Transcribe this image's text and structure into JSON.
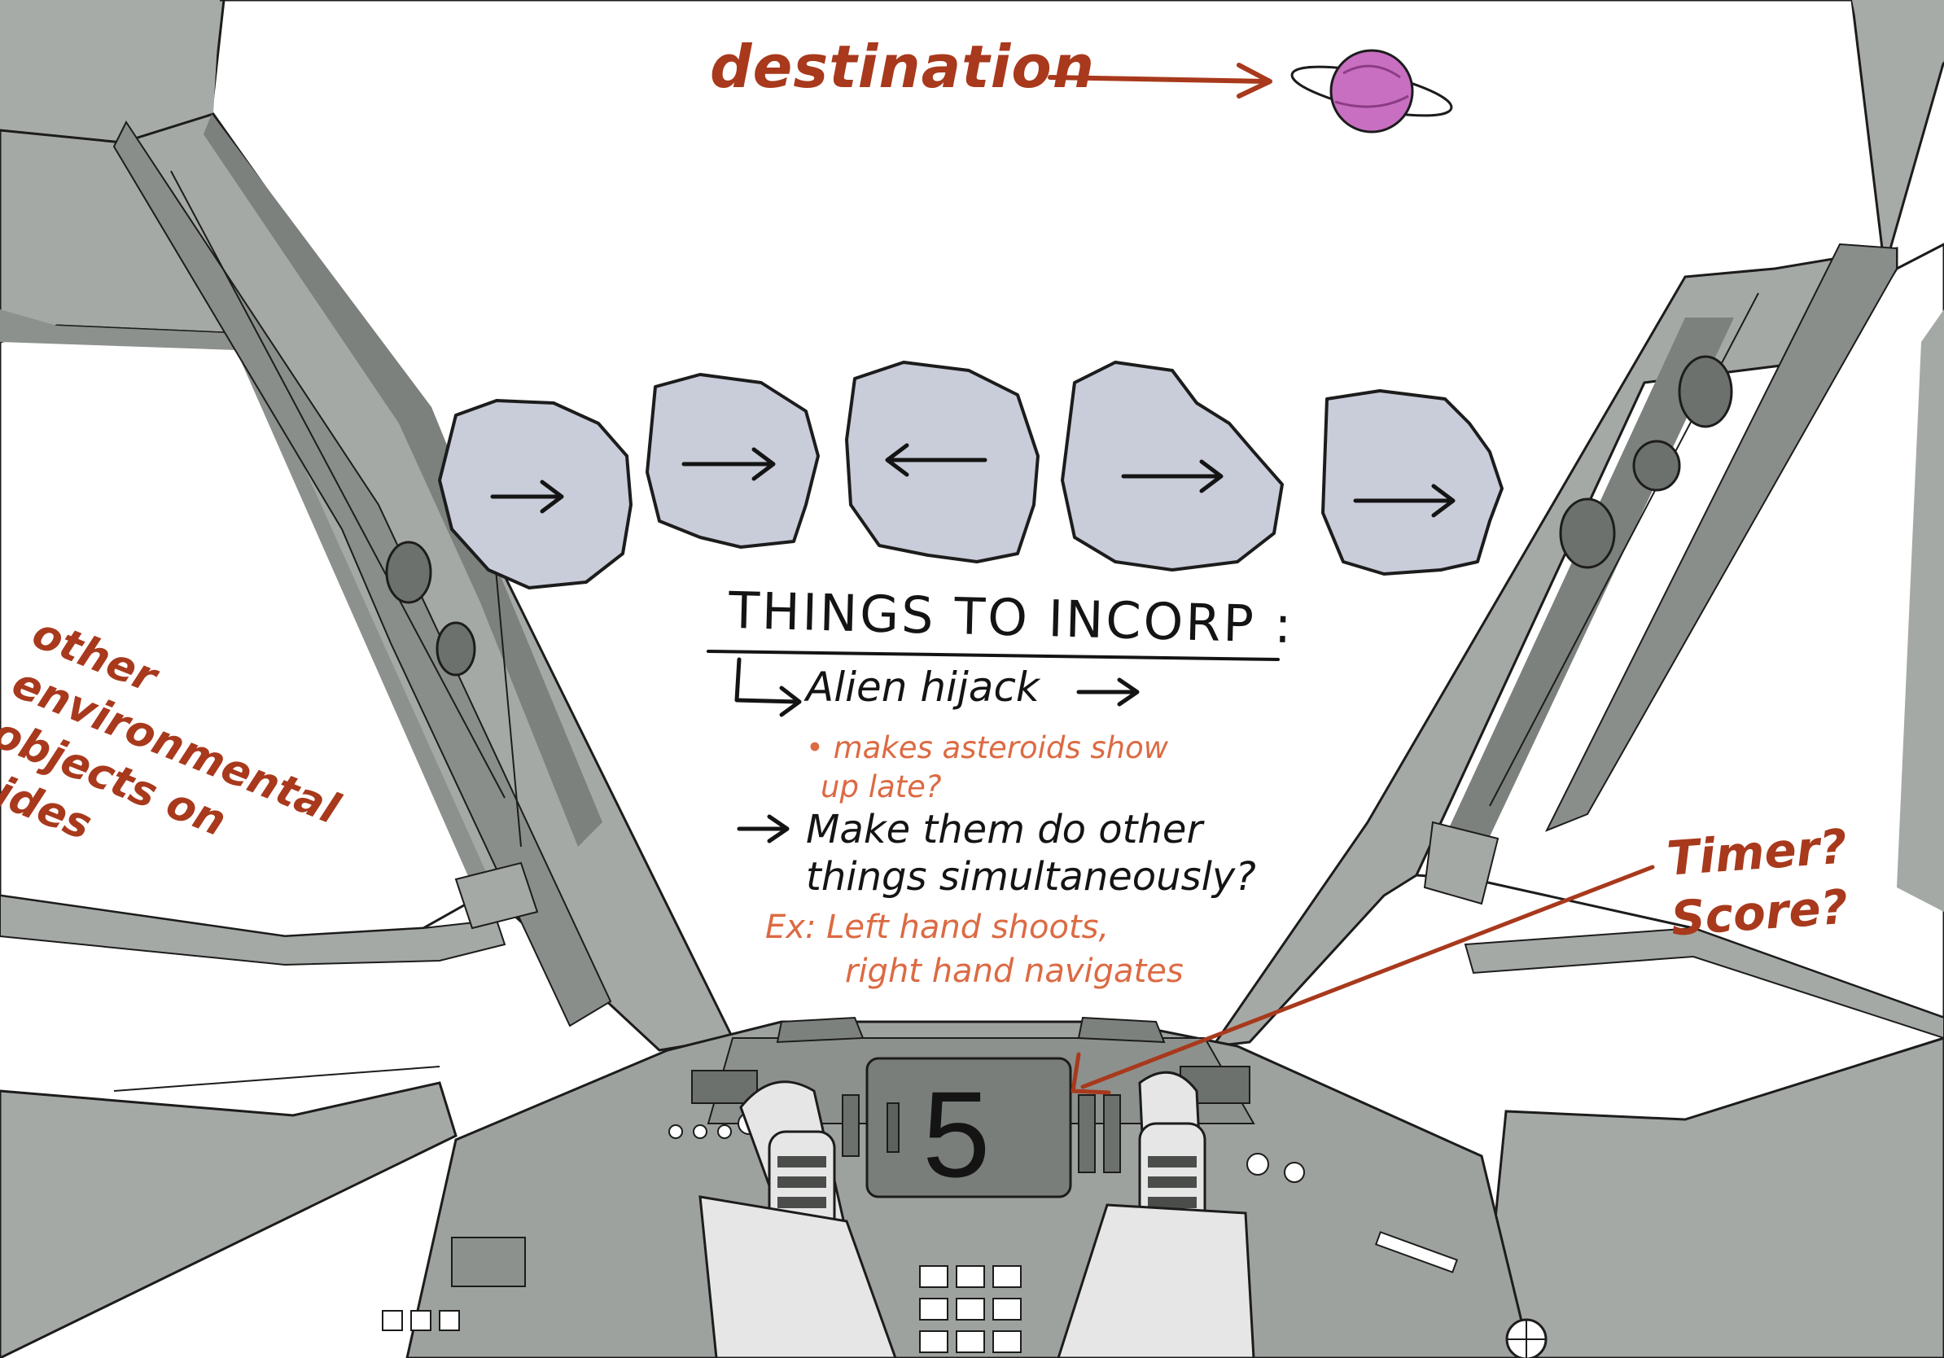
{
  "scene": {
    "destination_label": "destination",
    "destination_icon": "ringed-planet-icon",
    "side_note": [
      "other",
      "environmental",
      "objects on",
      "sides"
    ],
    "timer_note": [
      "Timer?",
      "Score?"
    ],
    "dashboard_display": "5"
  },
  "asteroids": [
    {
      "direction": "right"
    },
    {
      "direction": "right"
    },
    {
      "direction": "left"
    },
    {
      "direction": "right"
    },
    {
      "direction": "right"
    }
  ],
  "notes": {
    "title": "THINGS TO INCORP :",
    "alien_hijack": "Alien hijack",
    "alien_hijack_detail": [
      "• makes asteroids show",
      "up late?"
    ],
    "make_them": [
      "Make them do other",
      "things simultaneously?"
    ],
    "example": [
      "Ex: Left hand shoots,",
      "right hand navigates"
    ]
  },
  "colors": {
    "annotation": "#a8391c",
    "sub_annotation": "#dc6a43",
    "frame": "#a5a9a5",
    "frame_dark": "#6f7470",
    "asteroid": "#c9ccd9",
    "planet": "#c86fc2"
  }
}
